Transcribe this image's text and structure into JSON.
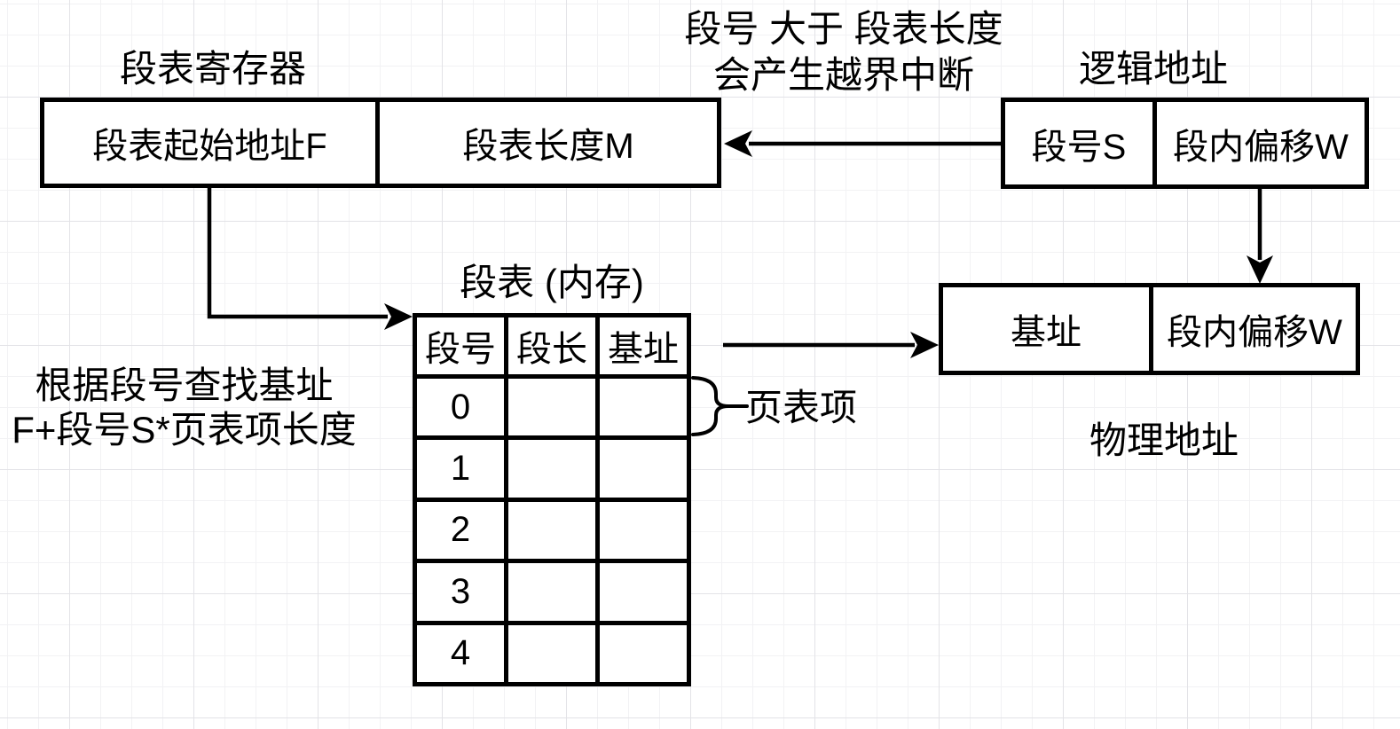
{
  "colors": {
    "line": "#000000",
    "box_fill": "#ffffff",
    "text": "#000000",
    "grid_minor": "#f2f2f4",
    "grid_major": "#e3e3e7",
    "bg": "#ffffff"
  },
  "register": {
    "title": "段表寄存器",
    "cells": [
      "段表起始地址F",
      "段表长度M"
    ]
  },
  "overflow_note": {
    "line1": "段号 大于 段表长度",
    "line2": "会产生越界中断"
  },
  "logical": {
    "title": "逻辑地址",
    "cells": [
      "段号S",
      "段内偏移W"
    ]
  },
  "segment_table": {
    "title": "段表 (内存)",
    "headers": [
      "段号",
      "段长",
      "基址"
    ],
    "row_ids": [
      "0",
      "1",
      "2",
      "3",
      "4"
    ]
  },
  "entry_label": "页表项",
  "lookup_note": {
    "line1": "根据段号查找基址",
    "line2": "F+段号S*页表项长度"
  },
  "physical": {
    "title": "物理地址",
    "cells": [
      "基址",
      "段内偏移W"
    ]
  },
  "icons": {
    "arrowhead": "filled-triangle",
    "brace": "curly-brace-right"
  }
}
